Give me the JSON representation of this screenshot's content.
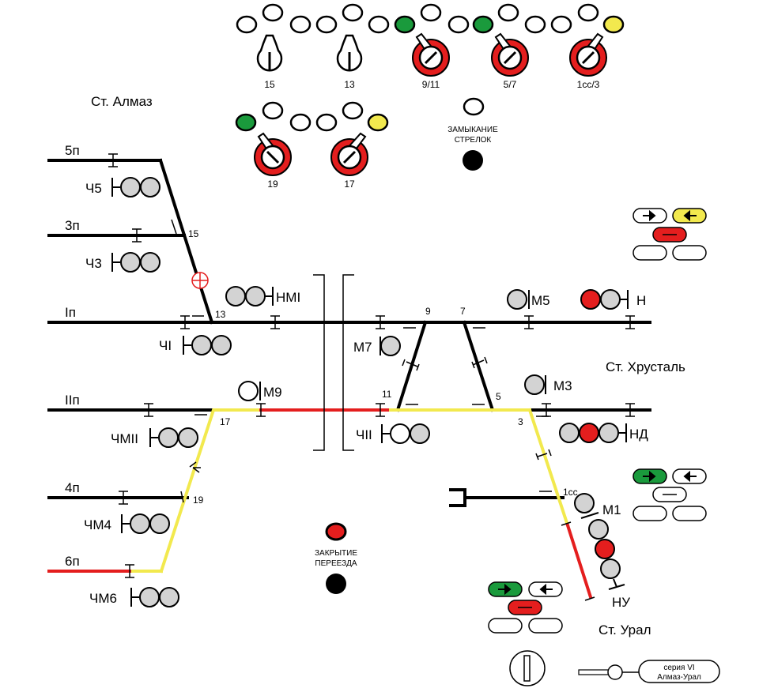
{
  "stations": {
    "almaz": "Ст. Алмаз",
    "khrustal": "Ст. Хрусталь",
    "ural": "Ст. Урал"
  },
  "track_labels": {
    "t5": "5п",
    "t3": "3п",
    "tI": "Iп",
    "tII": "IIп",
    "t4": "4п",
    "t6": "6п"
  },
  "signal_labels": {
    "ch5": "Ч5",
    "ch3": "Ч3",
    "chI": "ЧI",
    "chmII": "ЧМII",
    "chm4": "ЧМ4",
    "chm6": "ЧМ6",
    "nmI": "НМI",
    "m9": "М9",
    "m7": "М7",
    "chII": "ЧII",
    "m5": "М5",
    "n": "Н",
    "m3": "М3",
    "nd": "НД",
    "m1": "М1",
    "nu": "НУ"
  },
  "switch_numbers": {
    "s15": "15",
    "s13": "13",
    "s17": "17",
    "s19": "19",
    "s9": "9",
    "s7": "7",
    "s11": "11",
    "s5": "5",
    "s3": "3",
    "s1cc": "1сс"
  },
  "switch_controls": {
    "c15": "15",
    "c13": "13",
    "c9_11": "9/11",
    "c5_7": "5/7",
    "c1cc_3": "1сс/3",
    "c19": "19",
    "c17": "17"
  },
  "buttons": {
    "lock_switches_line1": "ЗАМЫКАНИЕ",
    "lock_switches_line2": "СТРЕЛОК",
    "crossing_close_line1": "ЗАКРЫТИЕ",
    "crossing_close_line2": "ПЕРЕЕЗДА"
  },
  "key_label": {
    "line1": "серия VI",
    "line2": "Алмаз-Урал"
  },
  "colors": {
    "occupied": "#e41e1e",
    "route": "#f2e94e",
    "green": "#1a9a3c",
    "yellow": "#f2e94e",
    "grey_lamp": "#d3d3d3",
    "switch_ring": "#e41e1e"
  }
}
